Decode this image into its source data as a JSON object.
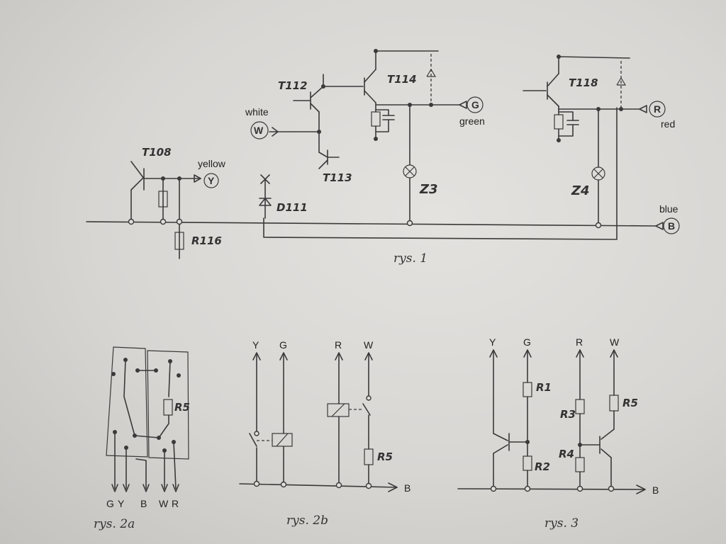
{
  "fig1": {
    "caption": "rys. 1",
    "components": {
      "t108": "T108",
      "t112": "T112",
      "t113": "T113",
      "t114": "T114",
      "t118": "T118",
      "d111": "D111",
      "r116": "R116",
      "z3": "Z3",
      "z4": "Z4"
    },
    "terminals": {
      "y": {
        "letter": "Y",
        "name": "yellow"
      },
      "w": {
        "letter": "W",
        "name": "white"
      },
      "g": {
        "letter": "G",
        "name": "green"
      },
      "r": {
        "letter": "R",
        "name": "red"
      },
      "b": {
        "letter": "B",
        "name": "blue"
      }
    }
  },
  "fig2a": {
    "caption": "rys. 2a",
    "r5": "R5",
    "pins": [
      "G",
      "Y",
      "B",
      "W",
      "R"
    ]
  },
  "fig2b": {
    "caption": "rys. 2b",
    "tops": [
      "Y",
      "G",
      "R",
      "W"
    ],
    "r5": "R5",
    "bus": "B"
  },
  "fig3": {
    "caption": "rys. 3",
    "tops": [
      "Y",
      "G",
      "R",
      "W"
    ],
    "resistors": {
      "r1": "R1",
      "r2": "R2",
      "r3": "R3",
      "r4": "R4",
      "r5": "R5"
    },
    "bus": "B"
  }
}
